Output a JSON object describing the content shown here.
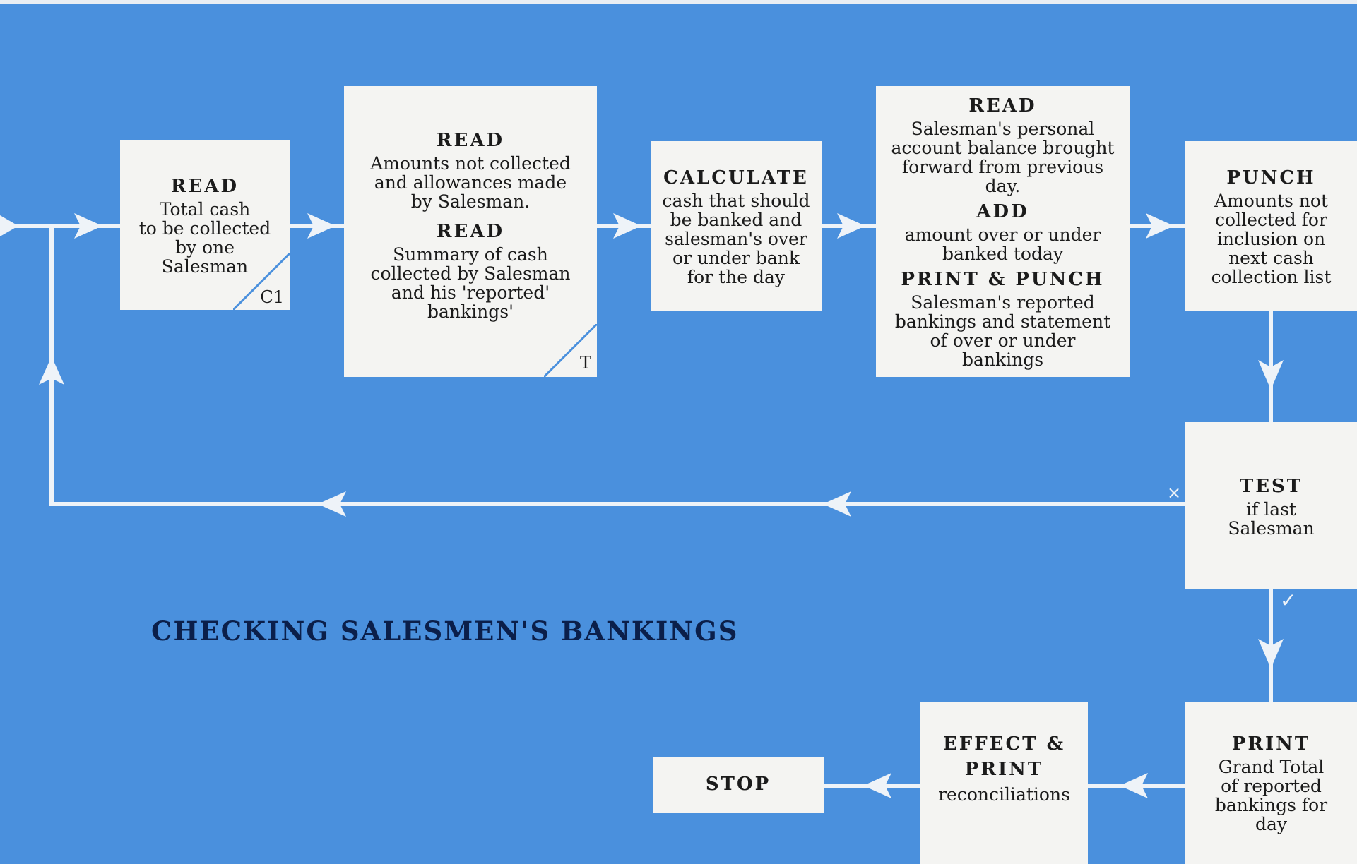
{
  "title": "CHECKING SALESMEN'S BANKINGS",
  "boxes": {
    "b1": {
      "k1": "READ",
      "t1": "Total cash\nto be collected\nby one\nSalesman",
      "corner": "C1"
    },
    "b2": {
      "k1": "READ",
      "t1": "Amounts not collected\nand allowances made\nby Salesman.",
      "k2": "READ",
      "t2": "Summary of cash\ncollected by Salesman\nand his 'reported'\nbankings'",
      "corner": "T"
    },
    "b3": {
      "k1": "CALCULATE",
      "t1": "cash that should\nbe banked and\nsalesman's over\nor under bank\nfor the day"
    },
    "b4": {
      "k1": "READ",
      "t1": "Salesman's personal\naccount balance brought\nforward from previous\nday.",
      "k2": "ADD",
      "t2": "amount over or under\nbanked today",
      "k3": "PRINT & PUNCH",
      "t3": "Salesman's reported\nbankings and statement\nof over or under\nbankings"
    },
    "b5": {
      "k1": "PUNCH",
      "t1": "Amounts not\ncollected for\ninclusion on\nnext cash\ncollection list"
    },
    "b6": {
      "k1": "TEST",
      "t1": "if last\nSalesman"
    },
    "b7": {
      "k1": "PRINT",
      "t1": "Grand Total\nof reported\nbankings for\nday"
    },
    "b8": {
      "k1": "EFFECT &\nPRINT",
      "t1": "reconciliations"
    },
    "b9": {
      "k1": "STOP"
    }
  },
  "marks": {
    "no": "×",
    "yes": "✓"
  },
  "colors": {
    "background": "#4a90dd",
    "box": "#f4f4f2",
    "line": "#eef3f8",
    "title": "#0b1f4a"
  }
}
